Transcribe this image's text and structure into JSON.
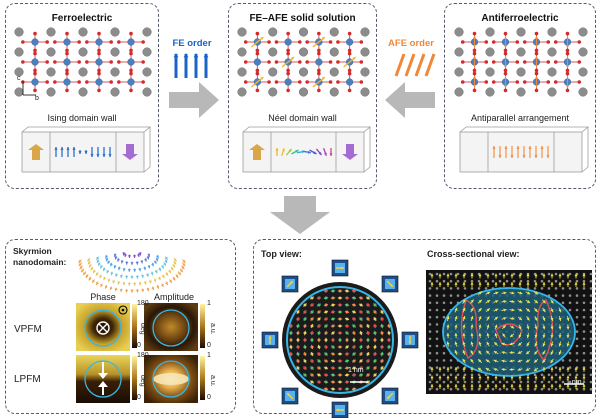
{
  "top": {
    "ferro": {
      "title": "Ferroelectric",
      "wall_label": "Ising domain wall",
      "axis_c": "c",
      "axis_b": "b"
    },
    "fe_order": "FE order",
    "solid": {
      "title": "FE–AFE solid solution",
      "wall_label": "Néel domain wall"
    },
    "afe_order": "AFE order",
    "anti": {
      "title": "Antiferroelectric",
      "wall_label": "Antiparallel arrangement"
    }
  },
  "bottom_left": {
    "title_line1": "Skyrmion",
    "title_line2": "nanodomain:",
    "col_phase": "Phase",
    "col_amplitude": "Amplitude",
    "row_vpfm": "VPFM",
    "row_lpfm": "LPFM",
    "scale_phase_max": "180",
    "scale_phase_min": "0",
    "scale_phase_unit": "deg",
    "scale_amp_max": "1",
    "scale_amp_min": "0",
    "scale_amp_unit": "a.u."
  },
  "bottom_right": {
    "top_view": "Top view:",
    "cross_view": "Cross-sectional view:",
    "scale_top": "1 nm",
    "scale_cross": "1 nm"
  },
  "colors": {
    "big_arrow": "#b8b8b8",
    "fe_blue": "#1a64c8",
    "afe_orange": "#f0883a",
    "atom_grey": "#8c8c8c",
    "atom_red": "#d12b2b",
    "atom_blue": "#4a7fc0",
    "circle_cyan": "#36b6e8"
  }
}
